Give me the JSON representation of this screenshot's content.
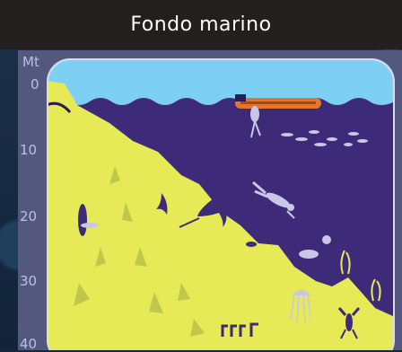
{
  "title": "Fondo marino",
  "depth_scale": {
    "unit": "Mt",
    "ticks": [
      "0",
      "10",
      "20",
      "30",
      "40"
    ]
  },
  "colors": {
    "title_bar": "#241f1f",
    "panel": "#55587e",
    "sky": "#7dd0f3",
    "water": "#3d2b7a",
    "seabed": "#e6ea56",
    "silhouette_light": "#c9c6e6",
    "boat": "#e27630"
  },
  "scene_elements": [
    "boat-icon",
    "snorkeler-icon",
    "fish-school-icon",
    "scuba-diver-icon",
    "manta-ray-icon",
    "jellyfish-icon",
    "lobster-icon",
    "coral-icon",
    "seaweed-icon",
    "fish-icon"
  ]
}
